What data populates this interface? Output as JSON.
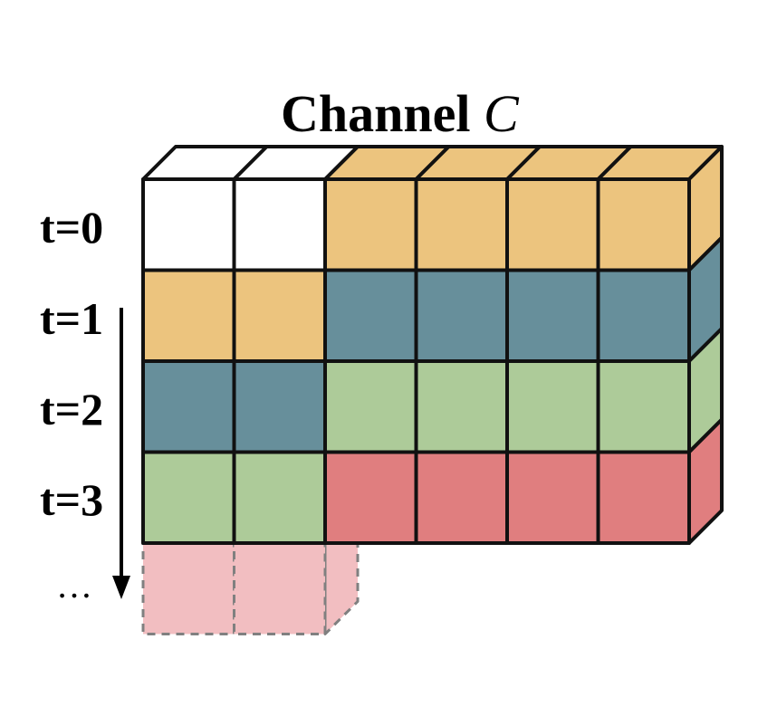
{
  "title": {
    "text": "Channel ",
    "symbol": "C"
  },
  "colors": {
    "empty": "#ffffff",
    "yellow": "#ecc47e",
    "teal": "#678f9b",
    "green": "#adcb99",
    "red": "#e07e7f",
    "pink_future": "#f2bec1",
    "outline": "#111111",
    "dashed": "#808080"
  },
  "rows": [
    {
      "label": "t=0",
      "left": "empty",
      "right": "yellow"
    },
    {
      "label": "t=1",
      "left": "yellow",
      "right": "teal"
    },
    {
      "label": "t=2",
      "left": "teal",
      "right": "green"
    },
    {
      "label": "t=3",
      "left": "green",
      "right": "red"
    }
  ],
  "future_row": {
    "label": "…",
    "color": "pink_future"
  },
  "axis": {
    "direction": "down",
    "meaning": "time"
  }
}
